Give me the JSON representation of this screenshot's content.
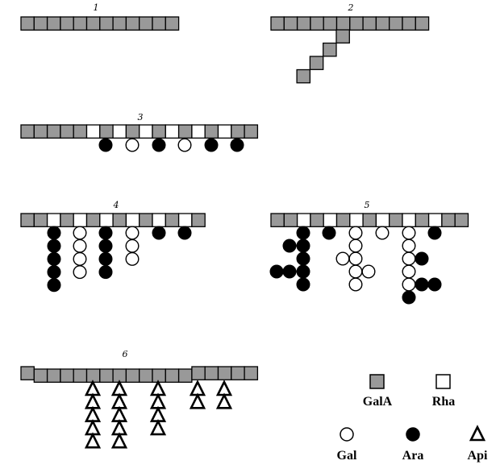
{
  "colors": {
    "gala": "#999999",
    "rha": "#ffffff",
    "ara": "#000000",
    "outline": "#000000"
  },
  "labels": {
    "d1": "1",
    "d2": "2",
    "d3": "3",
    "d4": "4",
    "d5": "5",
    "d6": "6"
  },
  "legend": {
    "gala": "GalA",
    "rha": "Rha",
    "gal": "Gal",
    "ara": "Ara",
    "api": "Api"
  },
  "structures": {
    "d1": {
      "backbone": "GGGGGGGGGGGG"
    },
    "d2": {
      "backbone": "GGGGGGGGGGGG",
      "branch_gala": 4
    },
    "d3": {
      "backbone": "GGGGGRGRGRGRGRGRGG",
      "side_chains": [
        "A",
        "L",
        "A",
        "L",
        "A",
        "A"
      ]
    },
    "d4": {
      "backbone": "GGRGRGRGRGRGRG",
      "side_chains": [
        "AAAAA",
        "LLLL",
        "AAAA",
        "LLL",
        "A",
        "A"
      ]
    },
    "d5": {
      "backbone": "GGRGRGRGRGRGRGG",
      "side_chains": [
        "AAAAA+A+AA",
        "A",
        "LLLLLL+LL",
        "L",
        "LLLLL+AA+A",
        "A"
      ]
    },
    "d6": {
      "backbone": "GGGGGGGGGGGGGGGGGG",
      "side_chains": [
        "PPPPP",
        "PPPPP",
        "PPPP",
        "PP",
        "PP"
      ]
    }
  }
}
